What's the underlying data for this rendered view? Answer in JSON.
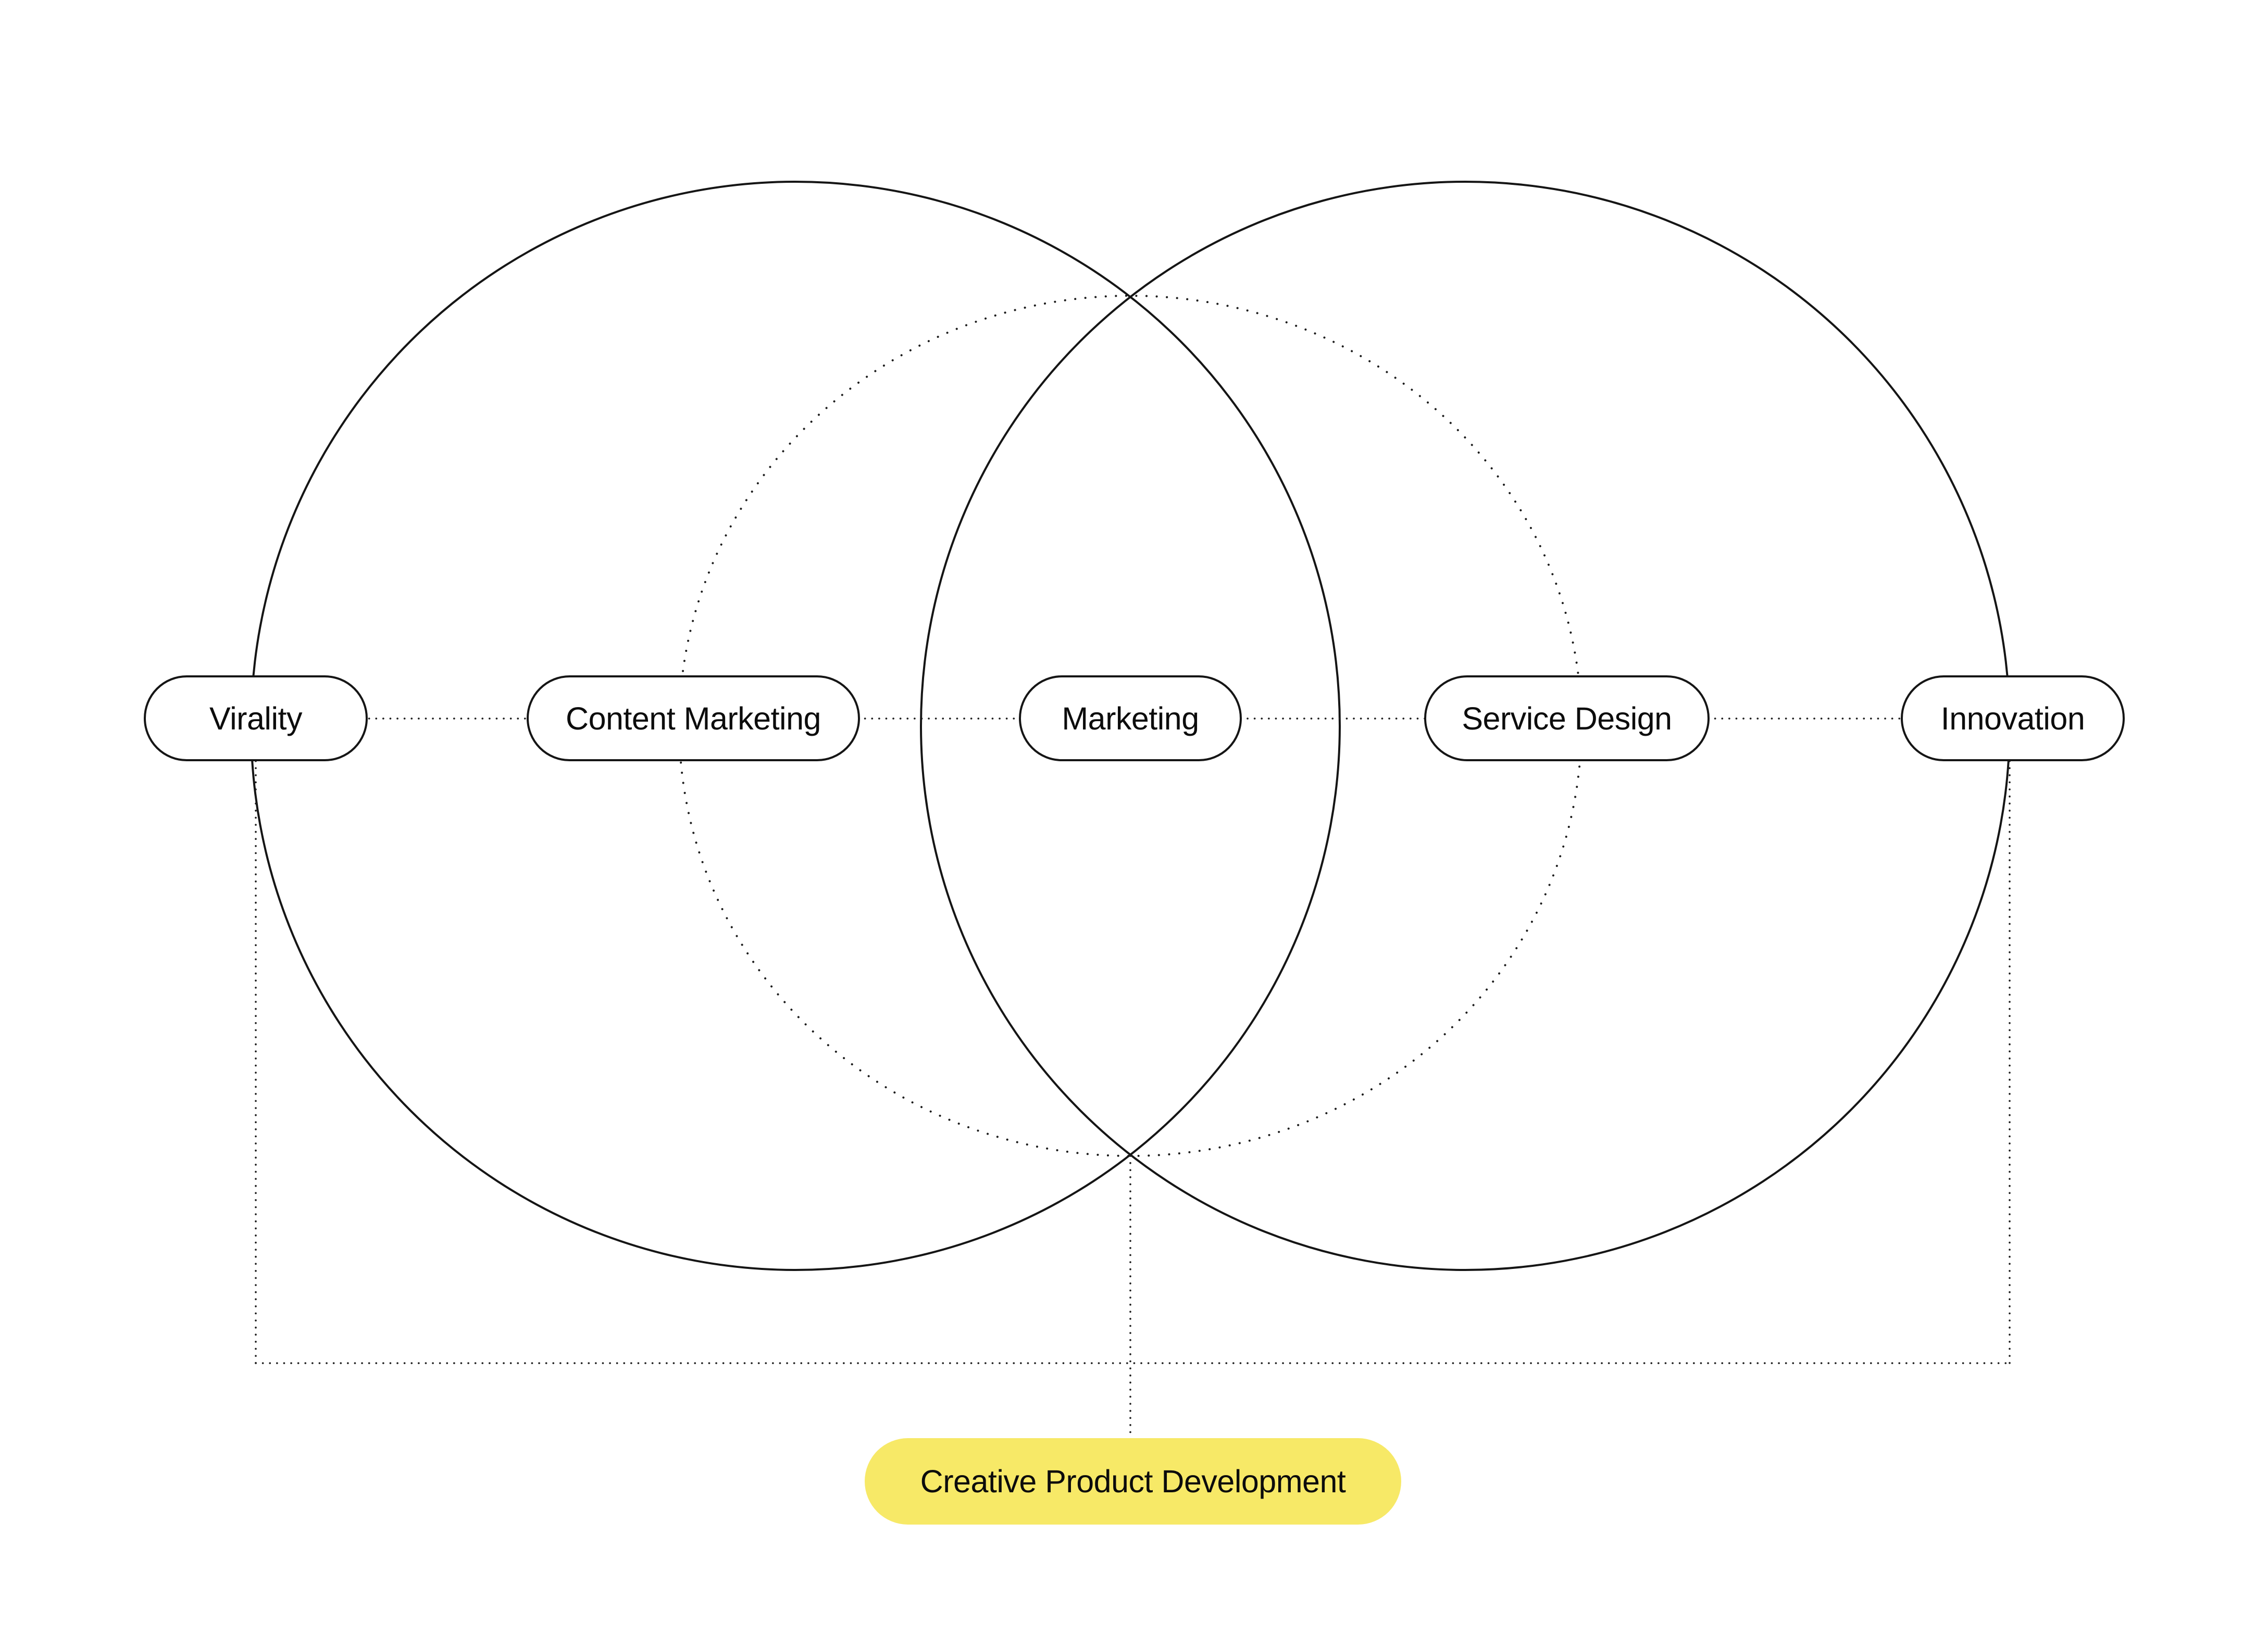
{
  "diagram": {
    "colors": {
      "background": "#FFFFFF",
      "stroke": "#151515",
      "dotted_line": "#1C1C1C",
      "highlight_yellow": "#F7E967",
      "text": "#0C0C0C"
    },
    "shapes": {
      "left_circle": "solid circle",
      "right_circle": "solid circle",
      "center_circle": "dotted circle"
    },
    "nodes": {
      "virality": {
        "label": "Virality"
      },
      "content_marketing": {
        "label": "Content Marketing"
      },
      "marketing": {
        "label": "Marketing"
      },
      "service_design": {
        "label": "Service Design"
      },
      "innovation": {
        "label": "Innovation"
      },
      "creative_product_development": {
        "label": "Creative Product Development",
        "highlighted": true
      }
    }
  }
}
